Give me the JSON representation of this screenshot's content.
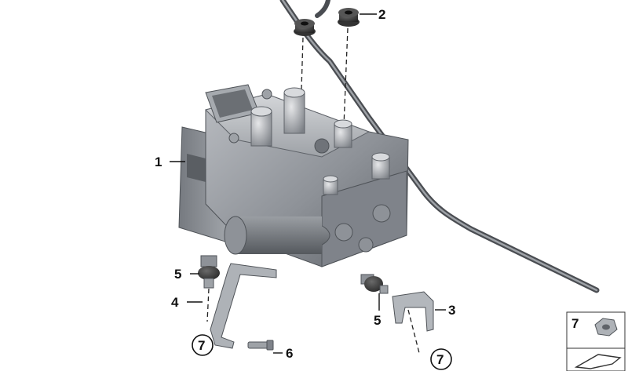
{
  "diagram": {
    "callouts": [
      {
        "id": "c1",
        "label": "1"
      },
      {
        "id": "c2",
        "label": "2"
      },
      {
        "id": "c3",
        "label": "3"
      },
      {
        "id": "c4",
        "label": "4"
      },
      {
        "id": "c5a",
        "label": "5"
      },
      {
        "id": "c5b",
        "label": "5"
      },
      {
        "id": "c6",
        "label": "6"
      },
      {
        "id": "c7a",
        "label": "7"
      },
      {
        "id": "c7b",
        "label": "7"
      }
    ],
    "legend": {
      "label": "7"
    }
  }
}
